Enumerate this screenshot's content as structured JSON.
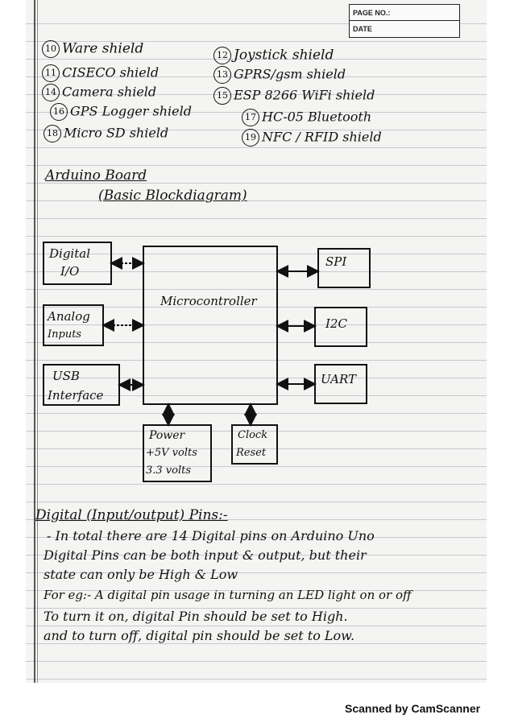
{
  "stamp": {
    "page_no": "PAGE NO.:",
    "date": "DATE"
  },
  "shields": [
    {
      "num": "10",
      "name": "Ware shield"
    },
    {
      "num": "11",
      "name": "CISECO shield"
    },
    {
      "num": "14",
      "name": "Camera shield"
    },
    {
      "num": "16",
      "name": "GPS Logger shield"
    },
    {
      "num": "18",
      "name": "Micro SD shield"
    },
    {
      "num": "12",
      "name": "Joystick shield"
    },
    {
      "num": "13",
      "name": "GPRS/gsm shield"
    },
    {
      "num": "15",
      "name": "ESP 8266 WiFi shield"
    },
    {
      "num": "17",
      "name": "HC-05 Bluetooth"
    },
    {
      "num": "19",
      "name": "NFC / RFID shield"
    }
  ],
  "heading": {
    "line1": "Arduino Board",
    "line2": "(Basic Blockdiagram)"
  },
  "diagram": {
    "digital_io": [
      "Digital",
      "I/O"
    ],
    "analog": [
      "Analog",
      "Inputs"
    ],
    "usb": [
      "USB",
      "Interface"
    ],
    "mcu": "Microcontroller",
    "spi": "SPI",
    "i2c": "I2C",
    "uart": "UART",
    "power": [
      "Power",
      "+5V volts",
      "3.3 volts"
    ],
    "clock": [
      "Clock",
      "Reset"
    ]
  },
  "notes": [
    "Digital (Input/output) Pins:-",
    "- In total there are 14 Digital pins on Arduino Uno",
    "Digital Pins can be both input & output, but their",
    "state can only be High & Low",
    "For eg:- A digital pin usage in turning an LED light on or off",
    "To turn it on, digital Pin should be set to High.",
    "and to turn off, digital pin should be set to Low."
  ],
  "footer": "Scanned by CamScanner"
}
